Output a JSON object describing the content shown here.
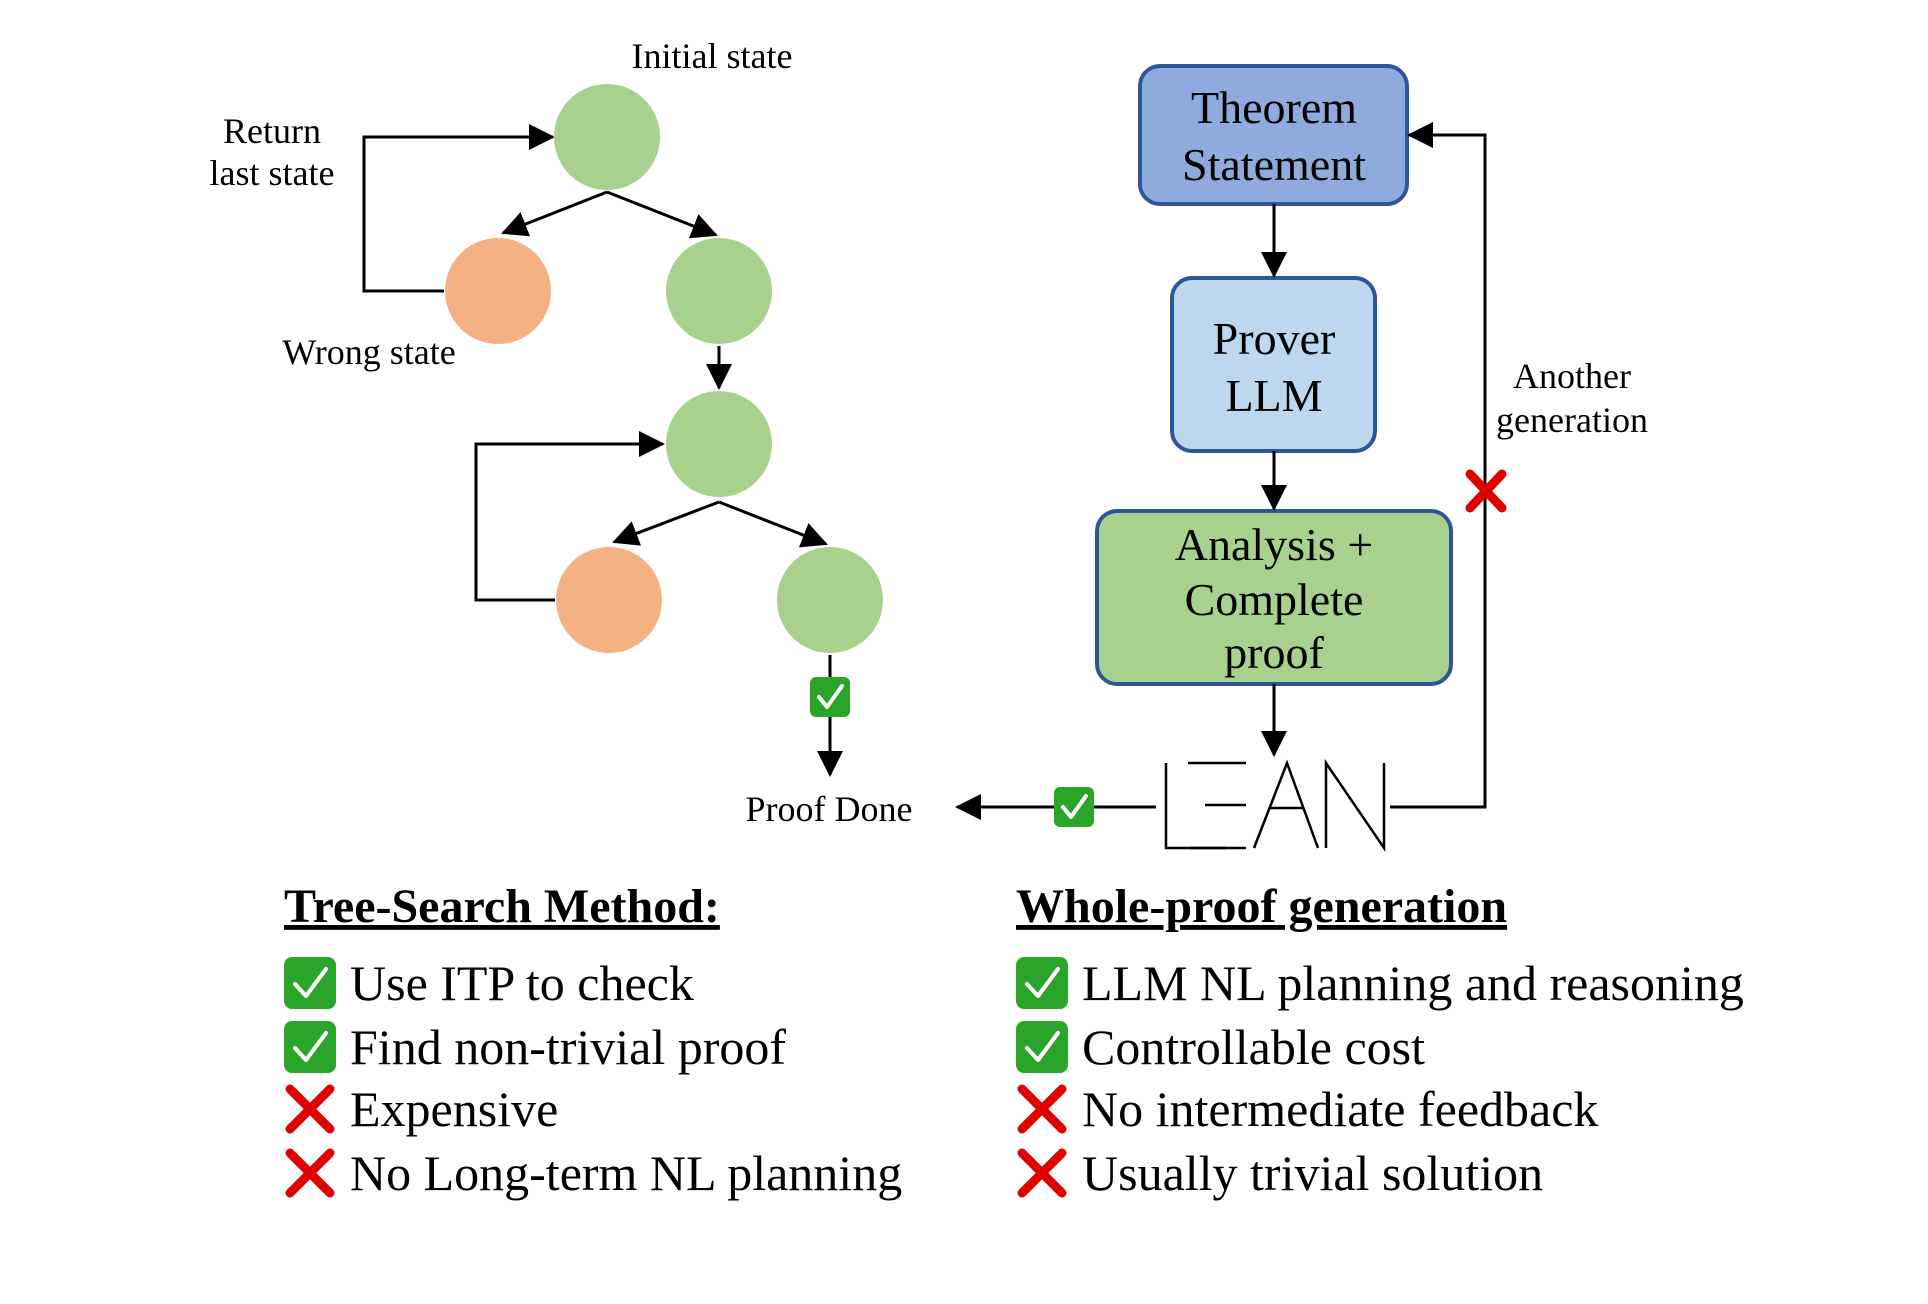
{
  "tree": {
    "initial_state": "Initial state",
    "return_last_state": [
      "Return",
      "last state"
    ],
    "wrong_state": "Wrong state",
    "proof_done": "Proof Done"
  },
  "flow": {
    "theorem_statement": [
      "Theorem",
      "Statement"
    ],
    "prover_llm": [
      "Prover",
      "LLM"
    ],
    "analysis_proof": [
      "Analysis +",
      "Complete",
      "proof"
    ],
    "another_generation": [
      "Another",
      "generation"
    ],
    "lean_logo": "LEAN"
  },
  "colors": {
    "green_node": "#a9d18e",
    "orange_node": "#f4b183",
    "theorem_box": "#8faadc",
    "prover_box": "#bdd7ee",
    "analysis_box": "#a9d18e",
    "box_border": "#2f5597",
    "check": "#2aa52a",
    "cross": "#e00000"
  },
  "tree_search": {
    "heading": "Tree-Search Method:",
    "items": [
      {
        "icon": "check",
        "text": "Use ITP to check"
      },
      {
        "icon": "check",
        "text": "Find non-trivial proof"
      },
      {
        "icon": "cross",
        "text": "Expensive"
      },
      {
        "icon": "cross",
        "text": "No Long-term NL planning"
      }
    ]
  },
  "whole_proof": {
    "heading": "Whole-proof generation",
    "items": [
      {
        "icon": "check",
        "text": "LLM NL planning and reasoning"
      },
      {
        "icon": "check",
        "text": "Controllable cost"
      },
      {
        "icon": "cross",
        "text": "No intermediate feedback"
      },
      {
        "icon": "cross",
        "text": "Usually trivial solution"
      }
    ]
  }
}
